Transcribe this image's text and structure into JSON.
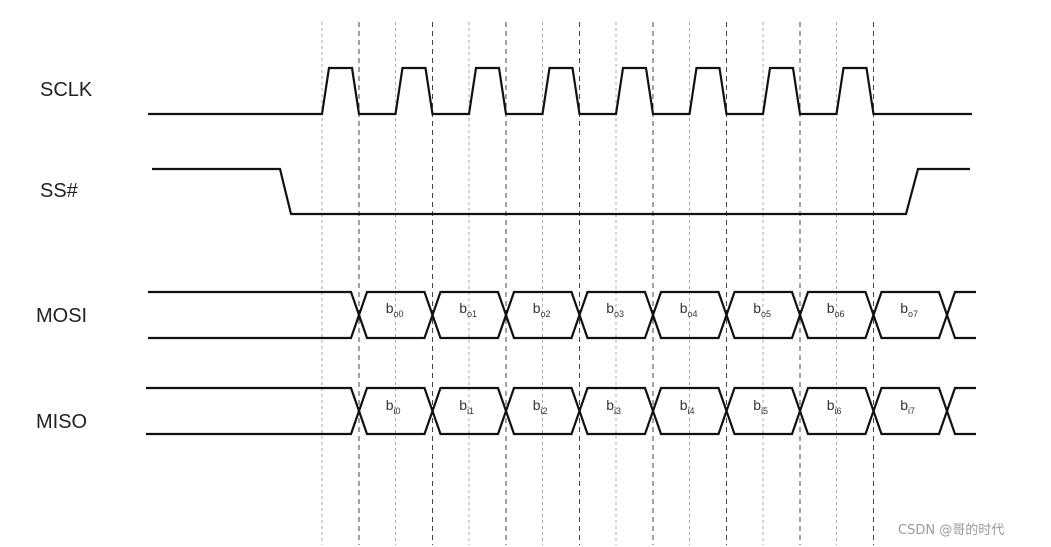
{
  "signals": {
    "sclk": "SCLK",
    "ss": "SS#",
    "mosi": "MOSI",
    "miso": "MISO"
  },
  "bits": {
    "mosi": [
      {
        "base": "b",
        "sub": "o0"
      },
      {
        "base": "b",
        "sub": "o1"
      },
      {
        "base": "b",
        "sub": "o2"
      },
      {
        "base": "b",
        "sub": "o3"
      },
      {
        "base": "b",
        "sub": "o4"
      },
      {
        "base": "b",
        "sub": "o5"
      },
      {
        "base": "b",
        "sub": "o6"
      },
      {
        "base": "b",
        "sub": "o7"
      }
    ],
    "miso": [
      {
        "base": "b",
        "sub": "i0"
      },
      {
        "base": "b",
        "sub": "i1"
      },
      {
        "base": "b",
        "sub": "i2"
      },
      {
        "base": "b",
        "sub": "i3"
      },
      {
        "base": "b",
        "sub": "i4"
      },
      {
        "base": "b",
        "sub": "i5"
      },
      {
        "base": "b",
        "sub": "i6"
      },
      {
        "base": "b",
        "sub": "i7"
      }
    ]
  },
  "clock_pulses": 8,
  "watermark": "CSDN @哥的时代",
  "colors": {
    "trace": "#111111",
    "gridline": "#aaaaaa",
    "text": "#222222"
  }
}
